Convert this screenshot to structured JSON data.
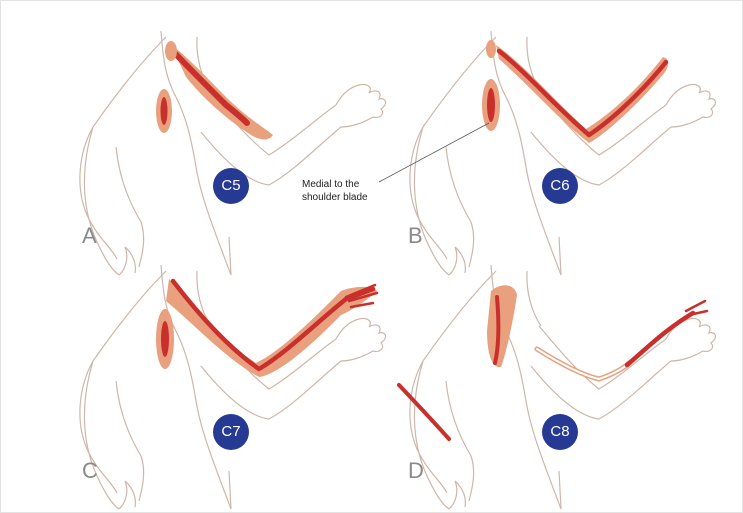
{
  "colors": {
    "outline": "#cdb7aa",
    "pain_dark": "#c9302c",
    "pain_light": "#e8a07e",
    "badge_bg": "#273a93",
    "badge_text": "#ffffff",
    "letter": "#8a8a8a"
  },
  "panels": [
    {
      "letter": "A",
      "root": "C5"
    },
    {
      "letter": "B",
      "root": "C6"
    },
    {
      "letter": "C",
      "root": "C7"
    },
    {
      "letter": "D",
      "root": "C8"
    }
  ],
  "annotation": {
    "line1": "Medial to the",
    "line2": "shoulder blade"
  }
}
